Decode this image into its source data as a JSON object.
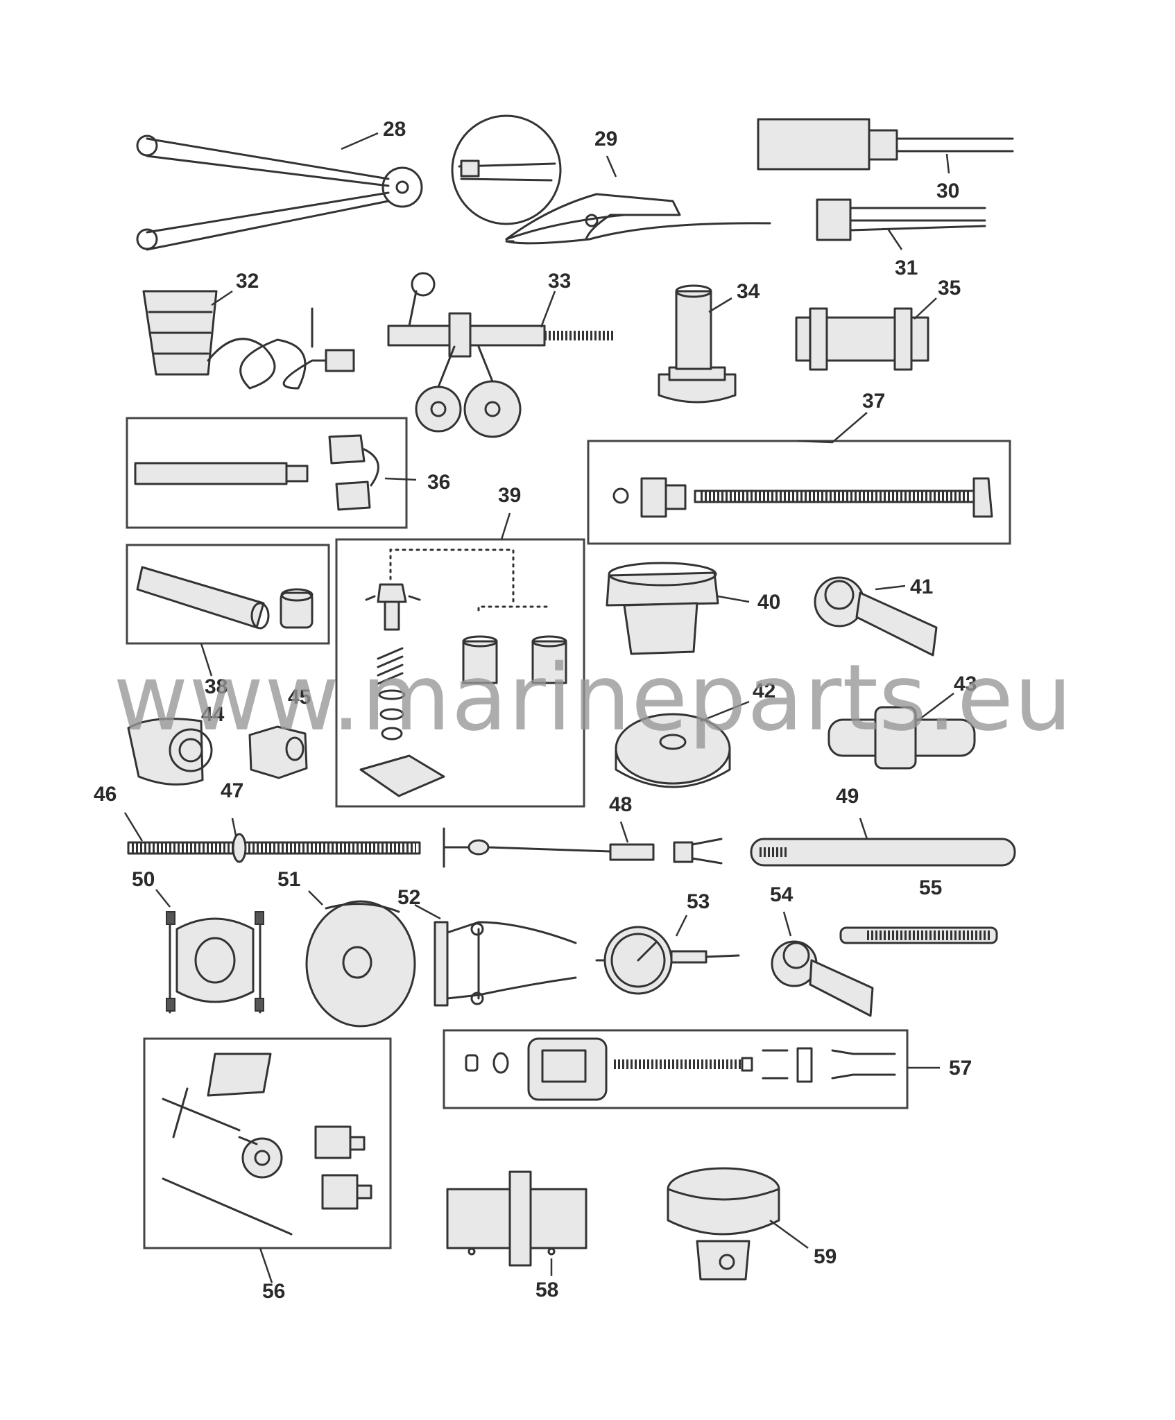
{
  "watermark": "www.marineparts.eu",
  "callouts": [
    {
      "id": "c28",
      "label": "28"
    },
    {
      "id": "c29",
      "label": "29"
    },
    {
      "id": "c30",
      "label": "30"
    },
    {
      "id": "c31",
      "label": "31"
    },
    {
      "id": "c32",
      "label": "32"
    },
    {
      "id": "c33",
      "label": "33"
    },
    {
      "id": "c34",
      "label": "34"
    },
    {
      "id": "c35",
      "label": "35"
    },
    {
      "id": "c36",
      "label": "36"
    },
    {
      "id": "c37",
      "label": "37"
    },
    {
      "id": "c38",
      "label": "38"
    },
    {
      "id": "c39",
      "label": "39"
    },
    {
      "id": "c40",
      "label": "40"
    },
    {
      "id": "c41",
      "label": "41"
    },
    {
      "id": "c42",
      "label": "42"
    },
    {
      "id": "c43",
      "label": "43"
    },
    {
      "id": "c44",
      "label": "44"
    },
    {
      "id": "c45",
      "label": "45"
    },
    {
      "id": "c46",
      "label": "46"
    },
    {
      "id": "c47",
      "label": "47"
    },
    {
      "id": "c48",
      "label": "48"
    },
    {
      "id": "c49",
      "label": "49"
    },
    {
      "id": "c50",
      "label": "50"
    },
    {
      "id": "c51",
      "label": "51"
    },
    {
      "id": "c52",
      "label": "52"
    },
    {
      "id": "c53",
      "label": "53"
    },
    {
      "id": "c54",
      "label": "54"
    },
    {
      "id": "c55",
      "label": "55"
    },
    {
      "id": "c56",
      "label": "56"
    },
    {
      "id": "c57",
      "label": "57"
    },
    {
      "id": "c58",
      "label": "58"
    },
    {
      "id": "c59",
      "label": "59"
    }
  ]
}
